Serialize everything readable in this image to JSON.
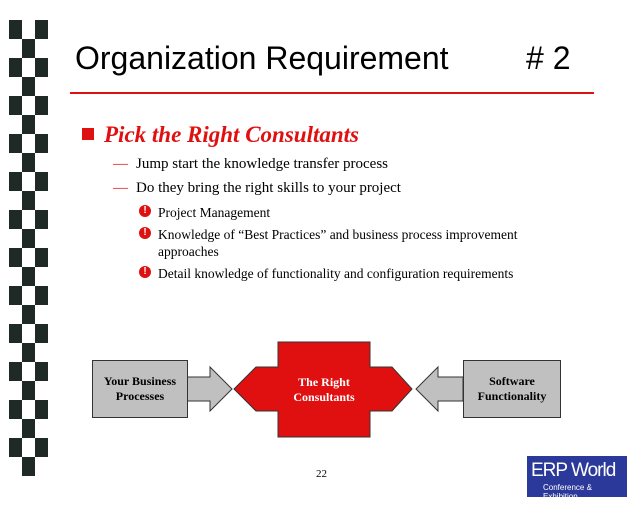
{
  "slide": {
    "title": "Organization Requirement",
    "number": "# 2",
    "heading": "Pick the Right Consultants",
    "bullets": [
      "Jump start the knowledge transfer process",
      "Do they bring the right skills to your project"
    ],
    "sub_bullets": [
      "Project Management",
      "Knowledge of “Best Practices” and business process improvement approaches",
      "Detail knowledge of functionality and configuration requirements"
    ],
    "diagram": {
      "left": "Your Business Processes",
      "center": "The Right Consultants",
      "right": "Software Functionality"
    },
    "page_number": "22",
    "logo": {
      "main": "ERP World",
      "sub": "Conference & Exhibition"
    }
  },
  "colors": {
    "accent": "#e01010",
    "logo": "#2b3a9a"
  }
}
